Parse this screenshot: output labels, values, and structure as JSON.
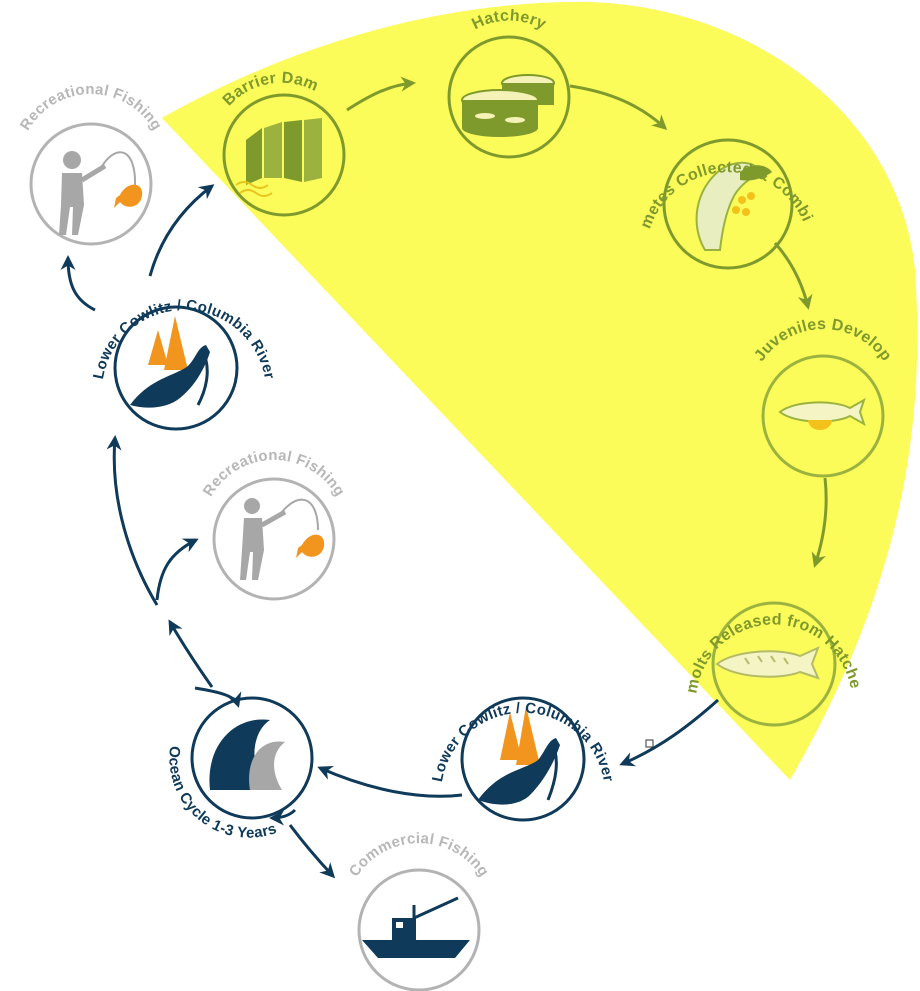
{
  "colors": {
    "highlight": "#fbfb5a",
    "hatchery_green": "#7f9a2c",
    "navy": "#0f3a5a",
    "grey": "#b3b3b3",
    "orange": "#f1951f"
  },
  "hatchery_stages": {
    "barrier_dam": "Barrier Dam",
    "hatchery": "Hatchery",
    "gametes": "Gametes Collected & Combined",
    "juveniles": "Juveniles Develop",
    "smolts": "Smolts Released from Hatchery"
  },
  "wild_stages": {
    "river_lower": "Lower Cowlitz / Columbia River",
    "ocean": "Ocean Cycle 1-3 Years",
    "commercial": "Commercial Fishing",
    "recreational_mid": "Recreational Fishing",
    "river_upper": "Lower Cowlitz / Columbia River",
    "recreational_top": "Recreational Fishing"
  },
  "icons": {
    "barrier_dam": "dam-icon",
    "hatchery": "hatchery-tanks-icon",
    "gametes": "salmon-eggs-icon",
    "juveniles": "juvenile-fish-icon",
    "smolts": "smolt-fish-icon",
    "river": "river-trees-icon",
    "ocean": "wave-icon",
    "commercial": "fishing-boat-icon",
    "recreational": "angler-icon"
  }
}
